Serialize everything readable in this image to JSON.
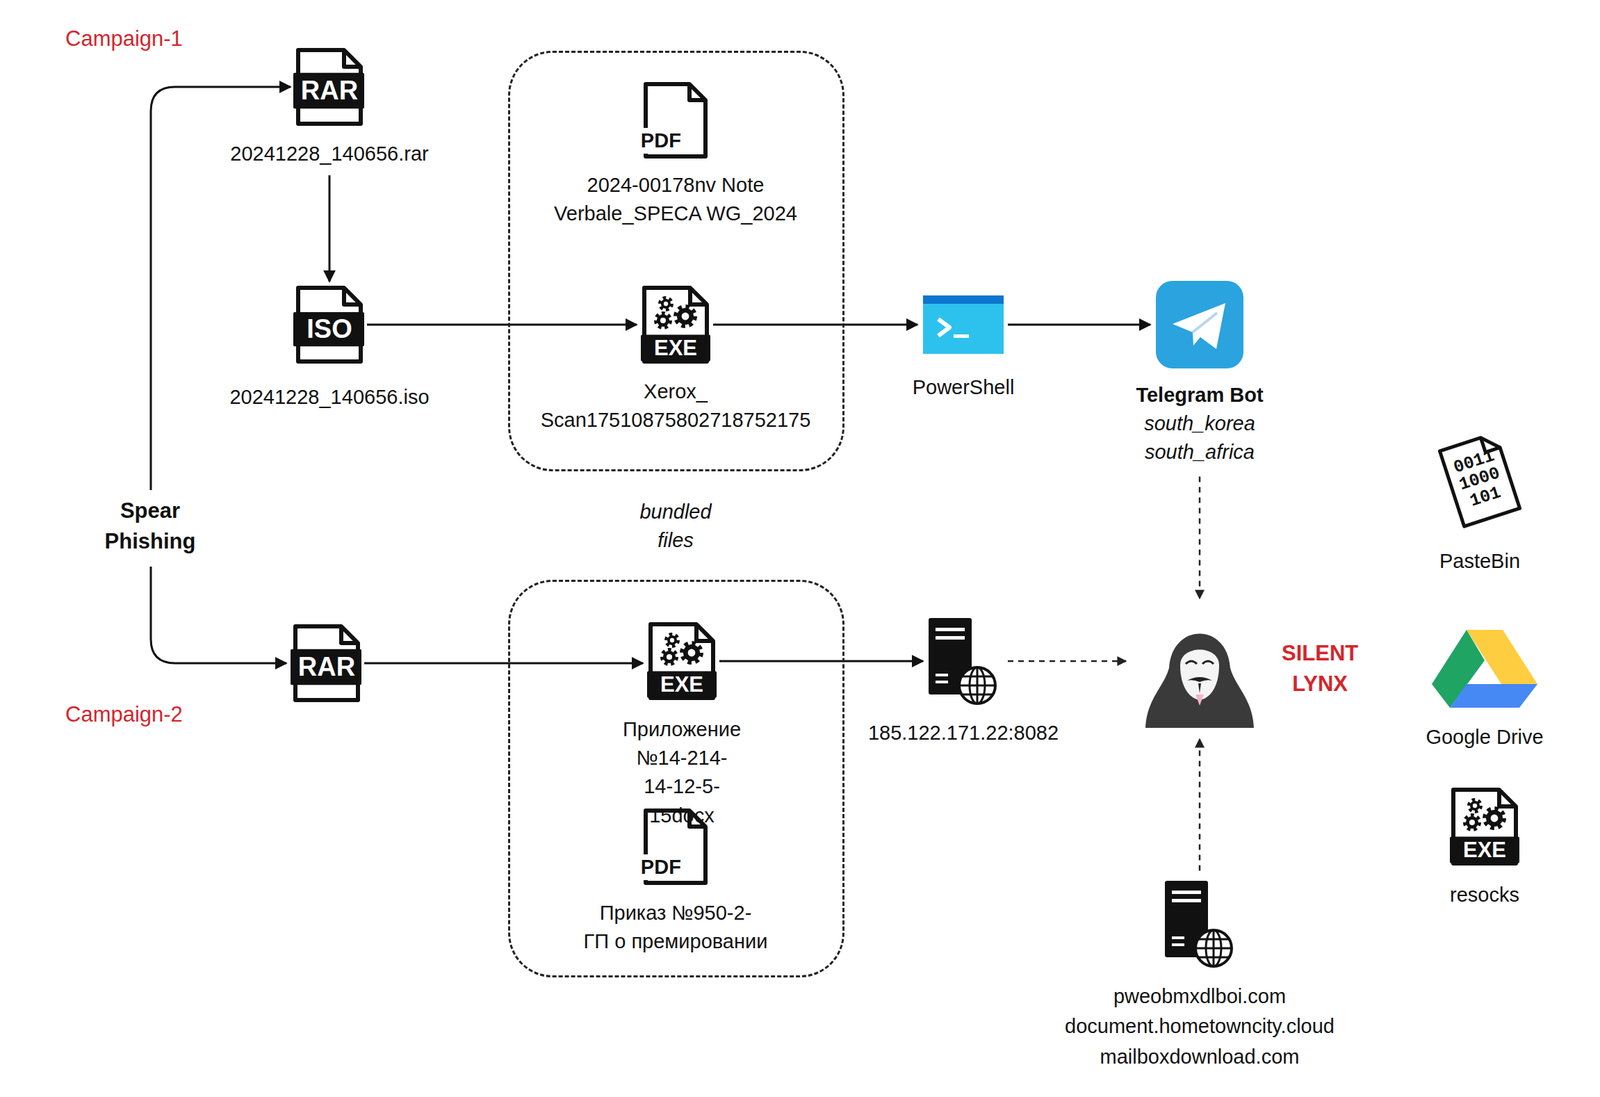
{
  "diagram": {
    "nodes": [
      {
        "text": [
          "RAR",
          "20241228_140656.rar"
        ]
      },
      {
        "text": []
      },
      {
        "text": [
          "PDF",
          "2024-00178nv Note Verbale_SPECA WG_2024"
        ],
        "in": 1
      },
      {
        "text": [
          "ISO",
          "20241228_140656.iso"
        ]
      },
      {
        "text": [
          "EXE",
          "Xerox_ Scan17510875802718752175"
        ],
        "in": 1
      },
      {
        "text": [
          "PowerShell"
        ]
      },
      {
        "text": [
          "Telegram Bot",
          "south_korea south_africa"
        ]
      },
      {
        "text": [
          "0011 1000 101",
          "PasteBin"
        ]
      },
      {
        "text": [
          "SILENT LYNX"
        ]
      },
      {
        "text": [
          "Google Drive"
        ]
      },
      {
        "text": [
          "RAR"
        ]
      },
      {
        "text": []
      },
      {
        "text": [
          "EXE",
          "Приложение №14-214-14-12-5-15docx"
        ],
        "in": 11
      },
      {
        "text": [
          "185.122.171.22:8082"
        ]
      },
      {
        "text": [
          "EXE",
          "resocks"
        ]
      },
      {
        "text": [
          "PDF",
          "Приказ №950-2-ГП о премировании"
        ],
        "in": 11
      },
      {
        "text": [
          "pweobmxdlboi.com document.hometowncity.cloud mailboxdownload.com"
        ]
      }
    ],
    "edges": [
      {
        "from": 0,
        "to": 3,
        "arrow": "to"
      },
      {
        "from": 3,
        "to": 4,
        "arrow": "to"
      },
      {
        "from": 4,
        "to": 5,
        "arrow": "to"
      },
      {
        "from": 5,
        "to": 6,
        "arrow": "to"
      },
      {
        "from": 6,
        "to": 8,
        "arrow": "to"
      },
      {
        "from": 10,
        "to": 12,
        "arrow": "to"
      },
      {
        "from": 12,
        "to": 13,
        "arrow": "to"
      },
      {
        "from": 13,
        "to": 8,
        "arrow": "to"
      },
      {
        "from": 16,
        "to": 8,
        "arrow": "to"
      }
    ],
    "labels": [
      "Campaign-1",
      "Spear Phishing",
      "bundled files",
      "Campaign-2"
    ]
  }
}
